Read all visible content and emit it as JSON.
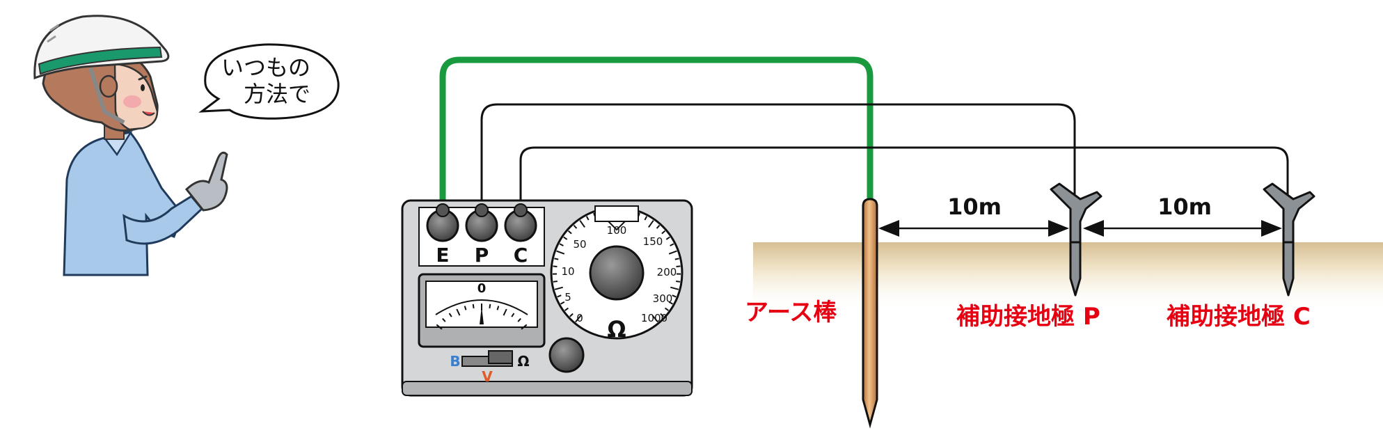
{
  "speech_bubble": {
    "line1": "いつもの",
    "line2": "方法で"
  },
  "tester": {
    "terminals": [
      "E",
      "P",
      "C"
    ],
    "meter_zero": "0",
    "dial_labels": [
      "0",
      "5",
      "10",
      "50",
      "100",
      "150",
      "200",
      "300",
      "1000"
    ],
    "ohm_symbol": "Ω",
    "switch_b": "B",
    "switch_v": "V",
    "switch_ohm": "Ω"
  },
  "distances": [
    "10m",
    "10m"
  ],
  "labels": {
    "earth_rod": "アース棒",
    "aux_p": "補助接地極 P",
    "aux_c": "補助接地極 C"
  },
  "colors": {
    "green_wire": "#1a9a3e",
    "label_red": "#e60012",
    "soil": "#d9c29a",
    "rod_copper": "#d79a5a",
    "case_gray": "#d4d6d8",
    "switch_b": "#3b7fd0",
    "switch_v": "#e05a2a"
  }
}
